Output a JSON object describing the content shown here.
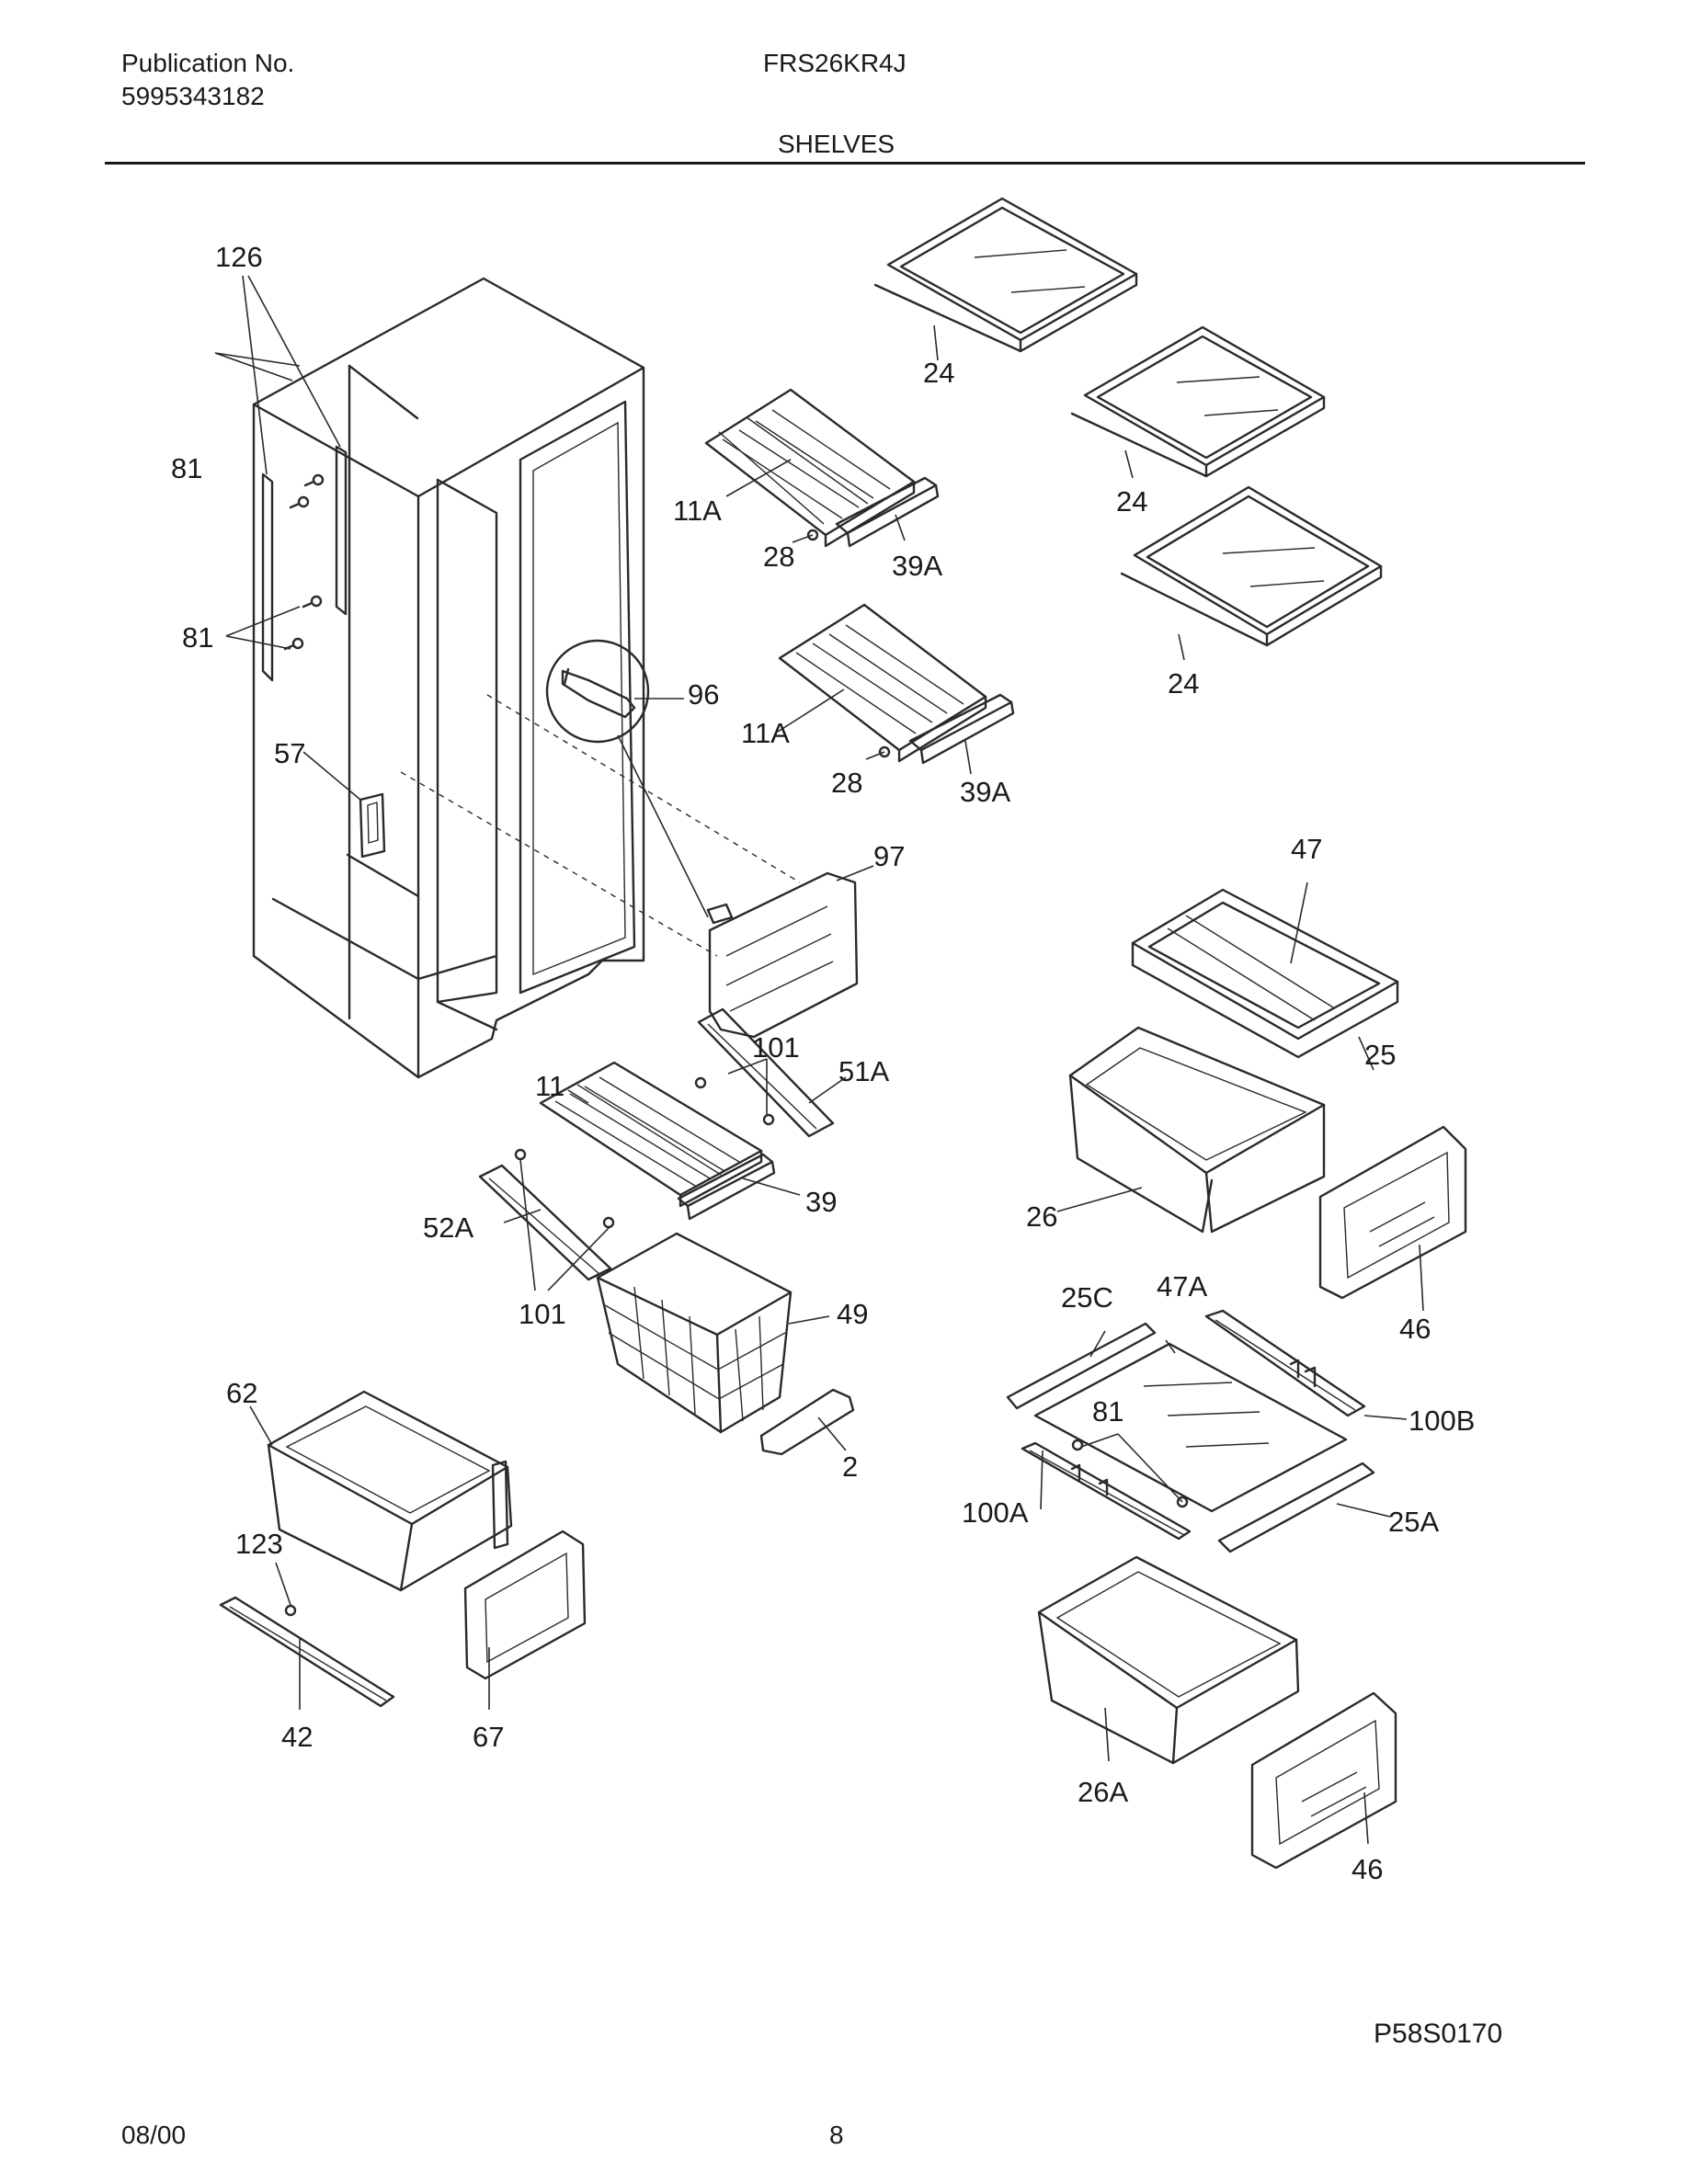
{
  "header": {
    "publication_label": "Publication No.",
    "publication_number": "5995343182",
    "model": "FRS26KR4J",
    "section_title": "SHELVES"
  },
  "callouts": {
    "c126": "126",
    "c81": "81",
    "c57": "57",
    "c96": "96",
    "c97": "97",
    "c11A": "11A",
    "c28": "28",
    "c39A": "39A",
    "c24": "24",
    "c47": "47",
    "c25": "25",
    "c26": "26",
    "c46": "46",
    "c101": "101",
    "c51A": "51A",
    "c11": "11",
    "c39": "39",
    "c52A": "52A",
    "c49": "49",
    "c2": "2",
    "c62": "62",
    "c123": "123",
    "c42": "42",
    "c67": "67",
    "c25C": "25C",
    "c47A": "47A",
    "c100B": "100B",
    "c100A": "100A",
    "c25A": "25A",
    "c26A": "26A"
  },
  "footer": {
    "drawing_id": "P58S0170",
    "date": "08/00",
    "page": "8"
  }
}
